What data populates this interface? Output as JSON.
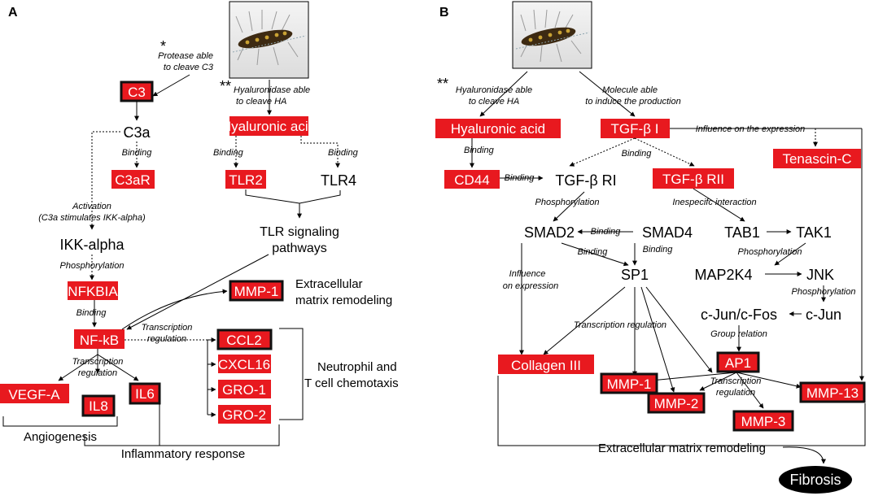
{
  "panels": {
    "a": "A",
    "b": "B"
  },
  "colors": {
    "node_fill": "#e8191f",
    "node_border": "#111111",
    "text_on_red": "#ffffff",
    "fibrosis_fill": "#000000"
  },
  "a": {
    "asterisk1": "*",
    "asterisk2": "**",
    "protease_1": "Protease able",
    "protease_2": "to cleave C3",
    "hyal_1": "Hyaluronidase able",
    "hyal_2": "to cleave HA",
    "c3": "C3",
    "c3a": "C3a",
    "binding_c3a": "Binding",
    "c3ar": "C3aR",
    "activation_1": "Activation",
    "activation_2": "(C3a stimulates IKK-alpha)",
    "ikk": "IKK-alpha",
    "phosphorylation": "Phosphorylation",
    "nfkbia": "NFKBIA",
    "binding_nfkbia": "Binding",
    "nfkb": "NF-kB",
    "hyaluronic_acid": "Hyaluronic acid",
    "binding_tlr2": "Binding",
    "binding_tlr4": "Binding",
    "tlr2": "TLR2",
    "tlr4": "TLR4",
    "tlr_path_1": "TLR signaling",
    "tlr_path_2": "pathways",
    "mmp1": "MMP-1",
    "ecm_1": "Extracellular",
    "ecm_2": "matrix remodeling",
    "treg_1": "Transcription",
    "treg_2": "regulation",
    "ccl2": "CCL2",
    "cxcl16": "CXCL16",
    "gro1": "GRO-1",
    "gro2": "GRO-2",
    "neut_1": "Neutrophil and",
    "neut_2": "T cell chemotaxis",
    "treg2_1": "Transcription",
    "treg2_2": "regulation",
    "vegfa": "VEGF-A",
    "il8": "IL8",
    "il6": "IL6",
    "angiogenesis": "Angiogenesis",
    "inflammatory": "Inflammatory response"
  },
  "b": {
    "asterisk": "**",
    "hyal_1": "Hyaluronidase able",
    "hyal_2": "to cleave HA",
    "molecule_1": "Molecule able",
    "molecule_2": "to induce the production",
    "hyaluronic_acid": "Hyaluronic acid",
    "tgfb1": "TGF-β I",
    "influence_expr": "Influence on the expression",
    "tenascin": "Tenascin-C",
    "binding_ha": "Binding",
    "binding_tgf": "Binding",
    "cd44": "CD44",
    "binding_cd44": "Binding",
    "tgfbr1": "TGF-β RI",
    "tgfbr2": "TGF-β RII",
    "phosphorylation": "Phosphorylation",
    "inespecific": "Inespecifc interaction",
    "smad2": "SMAD2",
    "binding_smad": "Binding",
    "smad4": "SMAD4",
    "tab1": "TAB1",
    "tak1": "TAK1",
    "binding_sp1a": "Binding",
    "binding_sp1b": "Binding",
    "phos_tak": "Phosphorylation",
    "influence_1": "Influence",
    "influence_2": "on expression",
    "sp1": "SP1",
    "map2k4": "MAP2K4",
    "jnk": "JNK",
    "phos_jnk": "Phosphorylation",
    "cjun_cfos": "c-Jun/c-Fos",
    "cjun": "c-Jun",
    "treg": "Transcription regulation",
    "group_rel": "Group relation",
    "collagen": "Collagen III",
    "ap1": "AP1",
    "mmp1": "MMP-1",
    "mmp2": "MMP-2",
    "treg_ap1_1": "Transcription",
    "treg_ap1_2": "regulation",
    "mmp13": "MMP-13",
    "mmp3": "MMP-3",
    "ecm": "Extracellular matrix remodeling",
    "fibrosis": "Fibrosis"
  },
  "icons": {
    "moth_a": "caterpillar-photo",
    "moth_b": "caterpillar-photo"
  }
}
